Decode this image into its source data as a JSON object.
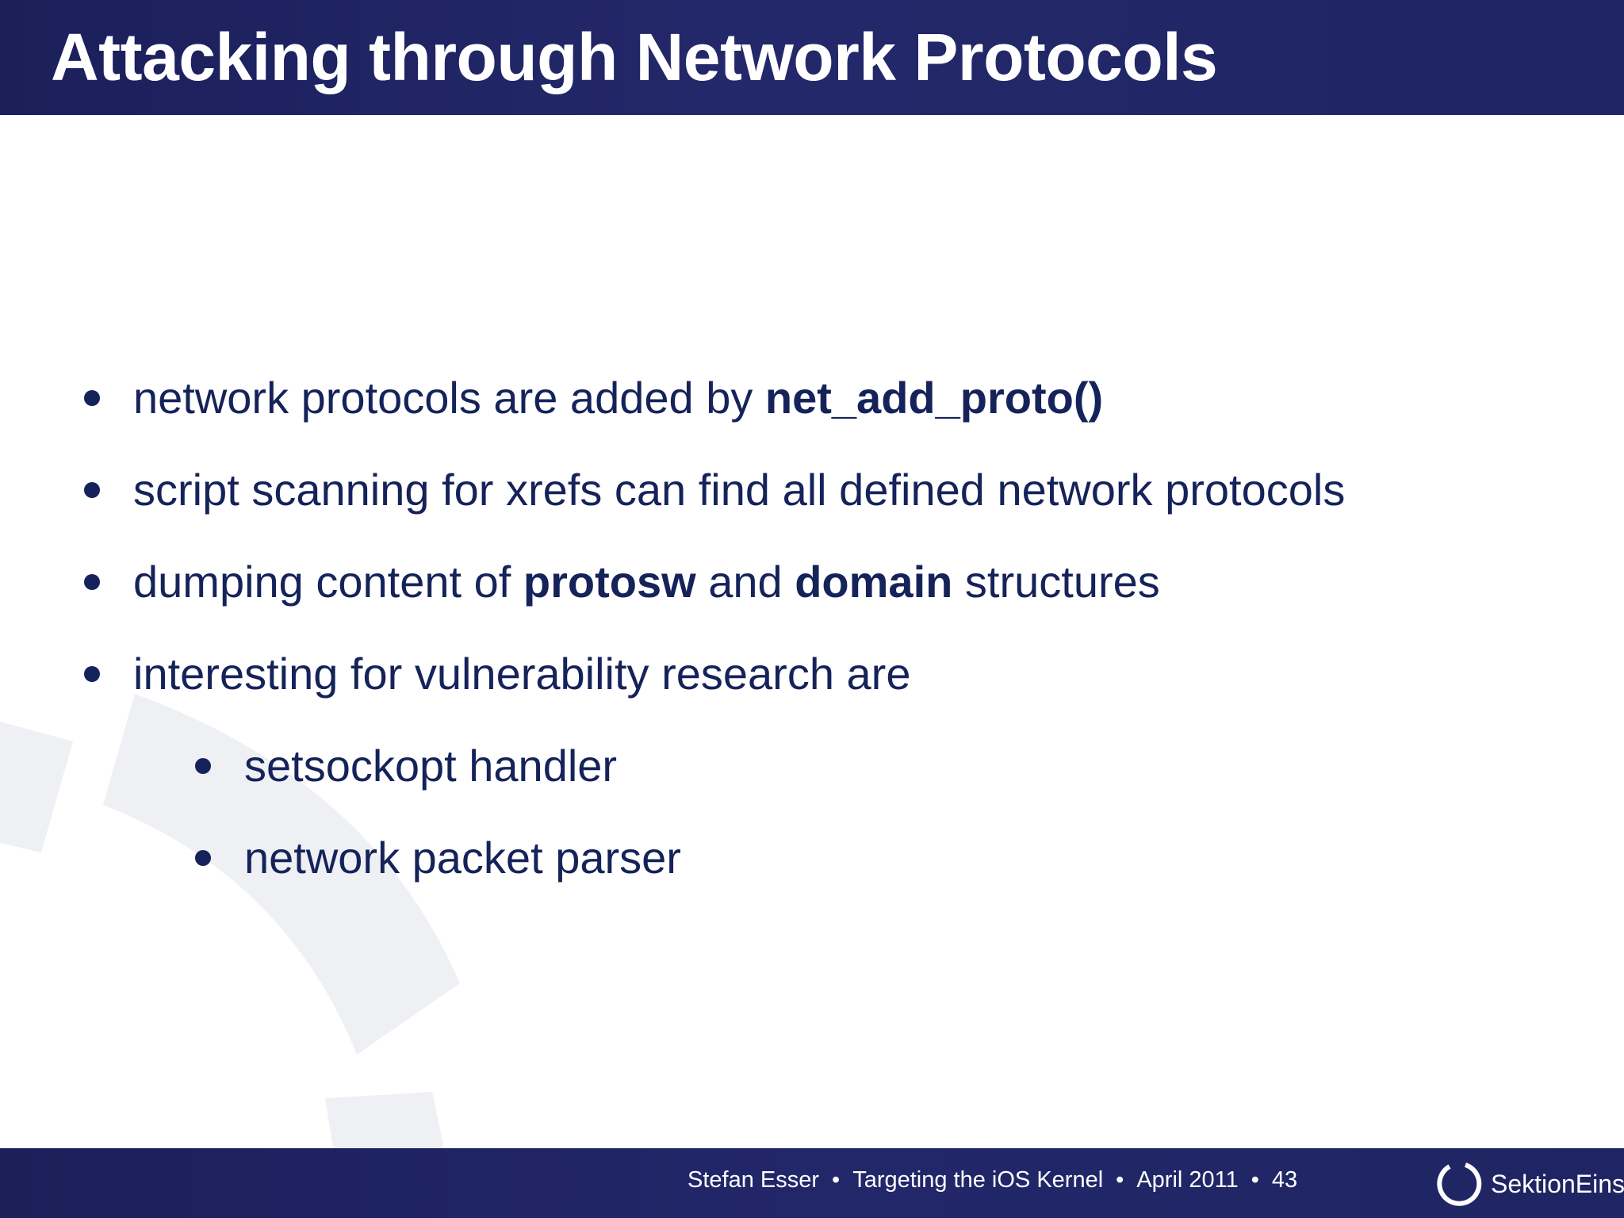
{
  "slide": {
    "title": "Attacking through Network Protocols",
    "bullets": [
      {
        "prefix": "network protocols are added by ",
        "bold": "net_add_proto()"
      },
      {
        "text": "script scanning for xrefs can find all defined network protocols"
      },
      {
        "prefix": "dumping content of ",
        "bold1": "protosw",
        "mid": " and ",
        "bold2": "domain",
        "suffix": " structures"
      },
      {
        "text": "interesting for vulnerability research are"
      },
      {
        "text": "setsockopt handler"
      },
      {
        "text": "network packet parser"
      }
    ]
  },
  "footer": {
    "author": "Stefan Esser",
    "separator": "•",
    "talk": "Targeting the iOS Kernel",
    "date": "April 2011",
    "page": "43",
    "logo_text": "SektionEins"
  },
  "colors": {
    "header_bg": "#1f2463",
    "text": "#15235a",
    "decor": "#eef0f3"
  }
}
